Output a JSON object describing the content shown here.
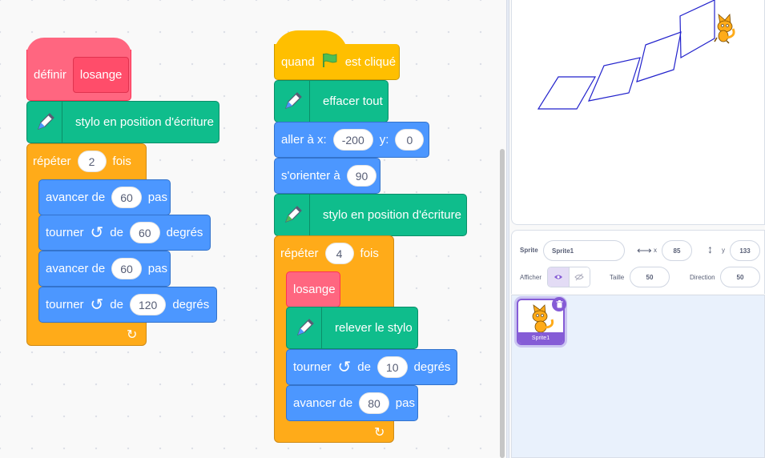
{
  "script_left": {
    "define_label": "définir",
    "define_name": "losange",
    "pen_down": "stylo en position d'écriture",
    "repeat_label": "répéter",
    "repeat_count": "2",
    "repeat_times": "fois",
    "steps": [
      {
        "verb": "avancer de",
        "value": "60",
        "unit": "pas"
      },
      {
        "verb": "tourner",
        "prep": "de",
        "value": "60",
        "unit": "degrés"
      },
      {
        "verb": "avancer de",
        "value": "60",
        "unit": "pas"
      },
      {
        "verb": "tourner",
        "prep": "de",
        "value": "120",
        "unit": "degrés"
      }
    ]
  },
  "script_right": {
    "when_label": "quand",
    "when_suffix": "est cliqué",
    "clear": "effacer tout",
    "goto_label": "aller à x:",
    "goto_x": "-200",
    "goto_y_label": "y:",
    "goto_y": "0",
    "point_label": "s'orienter à",
    "point_value": "90",
    "pen_down": "stylo en position d'écriture",
    "repeat_label": "répéter",
    "repeat_count": "4",
    "repeat_times": "fois",
    "call_block": "losange",
    "pen_up": "relever le stylo",
    "turn_label": "tourner",
    "turn_prep": "de",
    "turn_value": "10",
    "turn_unit": "degrés",
    "move_label": "avancer de",
    "move_value": "80",
    "move_unit": "pas"
  },
  "sprite_info": {
    "sprite_label": "Sprite",
    "sprite_name": "Sprite1",
    "x_label": "x",
    "x_value": "85",
    "y_label": "y",
    "y_value": "133",
    "show_label": "Afficher",
    "size_label": "Taille",
    "size_value": "50",
    "direction_label": "Direction",
    "direction_value": "50"
  },
  "sprite_list": [
    {
      "name": "Sprite1",
      "selected": true
    }
  ],
  "colors": {
    "motion": "#4c97ff",
    "pen": "#0fbd8c",
    "control": "#ffab19",
    "events": "#ffbf00",
    "my_blocks": "#ff6680",
    "selection": "#855cd6",
    "pen_stroke": "#2222cc"
  }
}
